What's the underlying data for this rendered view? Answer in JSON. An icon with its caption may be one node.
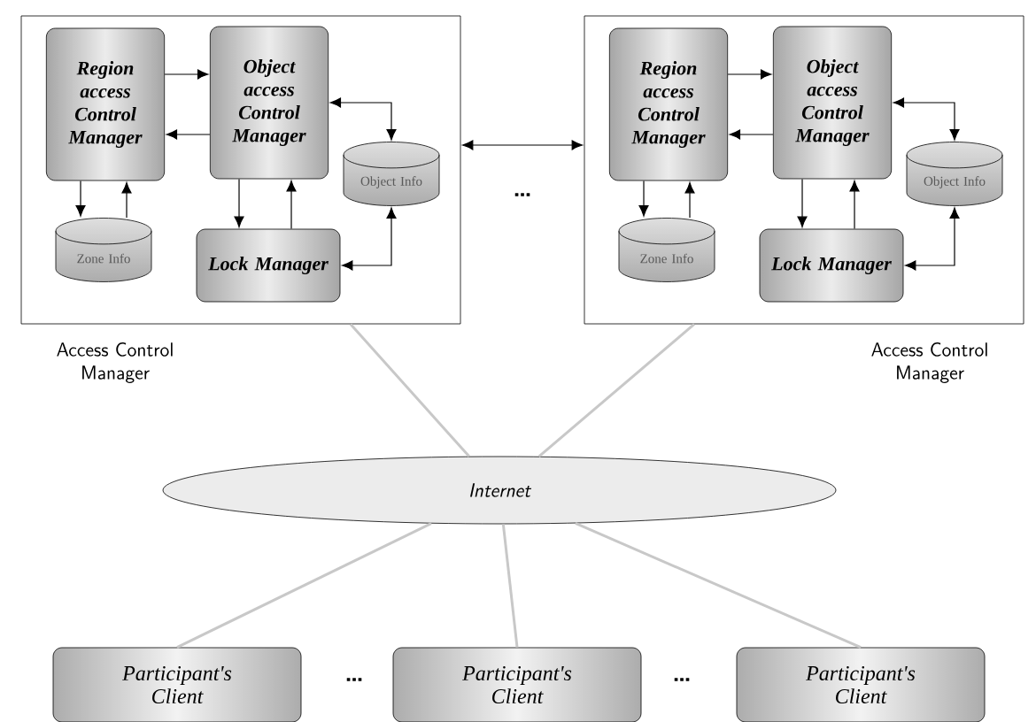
{
  "diagram": {
    "nodes": [
      {
        "text": [
          "Access Control Manager"
        ]
      },
      {
        "text": [
          "Region access Control Manager"
        ],
        "in": 0
      },
      {
        "text": [
          "Object access Control Manager"
        ],
        "in": 0
      },
      {
        "text": [
          "Zone Info"
        ],
        "in": 0
      },
      {
        "text": [
          "Lock Manager"
        ],
        "in": 0
      },
      {
        "text": [
          "Object Info"
        ],
        "in": 0
      },
      {
        "text": [
          "Access Control Manager"
        ]
      },
      {
        "text": [
          "Region access Control Manager"
        ],
        "in": 6
      },
      {
        "text": [
          "Object access Control Manager"
        ],
        "in": 6
      },
      {
        "text": [
          "Zone Info"
        ],
        "in": 6
      },
      {
        "text": [
          "Lock Manager"
        ],
        "in": 6
      },
      {
        "text": [
          "Object Info"
        ],
        "in": 6
      },
      {
        "text": [
          "Internet"
        ]
      },
      {
        "text": [
          "Participant's Client"
        ]
      },
      {
        "text": [
          "Participant's Client"
        ]
      },
      {
        "text": [
          "Participant's Client"
        ]
      }
    ],
    "edges": [
      {
        "from": 1,
        "to": 2,
        "arrow": "to"
      },
      {
        "from": 2,
        "to": 1,
        "arrow": "to"
      },
      {
        "from": 1,
        "to": 3,
        "arrow": "to"
      },
      {
        "from": 3,
        "to": 1,
        "arrow": "to"
      },
      {
        "from": 2,
        "to": 4,
        "arrow": "to"
      },
      {
        "from": 4,
        "to": 2,
        "arrow": "to"
      },
      {
        "from": 2,
        "to": 5,
        "arrow": "both"
      },
      {
        "from": 5,
        "to": 4,
        "arrow": "both"
      },
      {
        "from": 7,
        "to": 8,
        "arrow": "to"
      },
      {
        "from": 8,
        "to": 7,
        "arrow": "to"
      },
      {
        "from": 7,
        "to": 9,
        "arrow": "to"
      },
      {
        "from": 9,
        "to": 7,
        "arrow": "to"
      },
      {
        "from": 8,
        "to": 10,
        "arrow": "to"
      },
      {
        "from": 10,
        "to": 8,
        "arrow": "to"
      },
      {
        "from": 8,
        "to": 11,
        "arrow": "both"
      },
      {
        "from": 11,
        "to": 10,
        "arrow": "both"
      },
      {
        "from": 0,
        "to": 6,
        "arrow": "both"
      },
      {
        "from": 0,
        "to": 12,
        "arrow": "none",
        "color": "#c8c8c8"
      },
      {
        "from": 6,
        "to": 12,
        "arrow": "none",
        "color": "#c8c8c8"
      },
      {
        "from": 12,
        "to": 13,
        "arrow": "none",
        "color": "#c8c8c8"
      },
      {
        "from": 12,
        "to": 14,
        "arrow": "none",
        "color": "#c8c8c8"
      },
      {
        "from": 12,
        "to": 15,
        "arrow": "none",
        "color": "#c8c8c8"
      }
    ],
    "labels": [
      "…",
      "…",
      "…"
    ]
  }
}
